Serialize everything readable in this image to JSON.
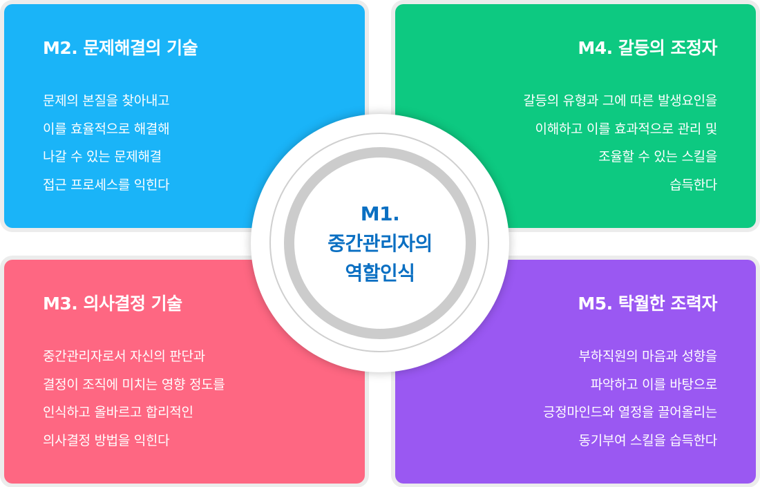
{
  "colors": {
    "m2": "#1ab4f8",
    "m4": "#0dc981",
    "m3": "#fe6782",
    "m5": "#9a58f2",
    "center_text": "#0a6fc2",
    "ring": "#cccccc"
  },
  "center": {
    "lines": [
      "M1.",
      "중간관리자의",
      "역할인식"
    ]
  },
  "cards": [
    {
      "id": "m2",
      "title": "M2. 문제해결의 기술",
      "lines": [
        "문제의 본질을 찾아내고",
        "이를 효율적으로 해결해",
        "나갈 수 있는 문제해결",
        "접근 프로세스를 익힌다"
      ]
    },
    {
      "id": "m4",
      "title": "M4. 갈등의 조정자",
      "lines": [
        "갈등의 유형과 그에 따른 발생요인을",
        "이해하고 이를 효과적으로 관리 및",
        "조율할 수 있는 스킬을",
        "습득한다"
      ]
    },
    {
      "id": "m3",
      "title": "M3. 의사결정 기술",
      "lines": [
        "중간관리자로서 자신의 판단과",
        "결정이 조직에 미치는 영향 정도를",
        "인식하고 올바르고 합리적인",
        "의사결정 방법을 익힌다"
      ]
    },
    {
      "id": "m5",
      "title": "M5. 탁월한 조력자",
      "lines": [
        "부하직원의 마음과 성향을",
        "파악하고 이를 바탕으로",
        "긍정마인드와 열정을 끌어올리는",
        "동기부여 스킬을 습득한다"
      ]
    }
  ]
}
